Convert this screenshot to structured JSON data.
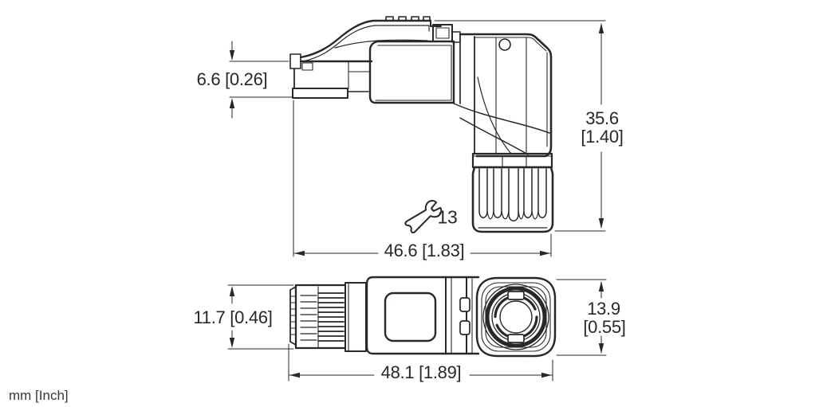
{
  "colors": {
    "line": "#2b2627",
    "background": "#ffffff"
  },
  "side_view": {
    "dim_front_height": "6.6 [0.26]",
    "dim_overall_height_mm": "35.6",
    "dim_overall_height_inch": "[1.40]",
    "dim_length": "46.6 [1.83]",
    "wrench_size": "13"
  },
  "end_view": {
    "dim_plug_height": "11.7 [0.46]",
    "dim_length": "48.1 [1.89]",
    "dim_gland_diameter_mm": "13.9",
    "dim_gland_diameter_inch": "[0.55]"
  },
  "footer": {
    "units_label": "mm [Inch]"
  }
}
